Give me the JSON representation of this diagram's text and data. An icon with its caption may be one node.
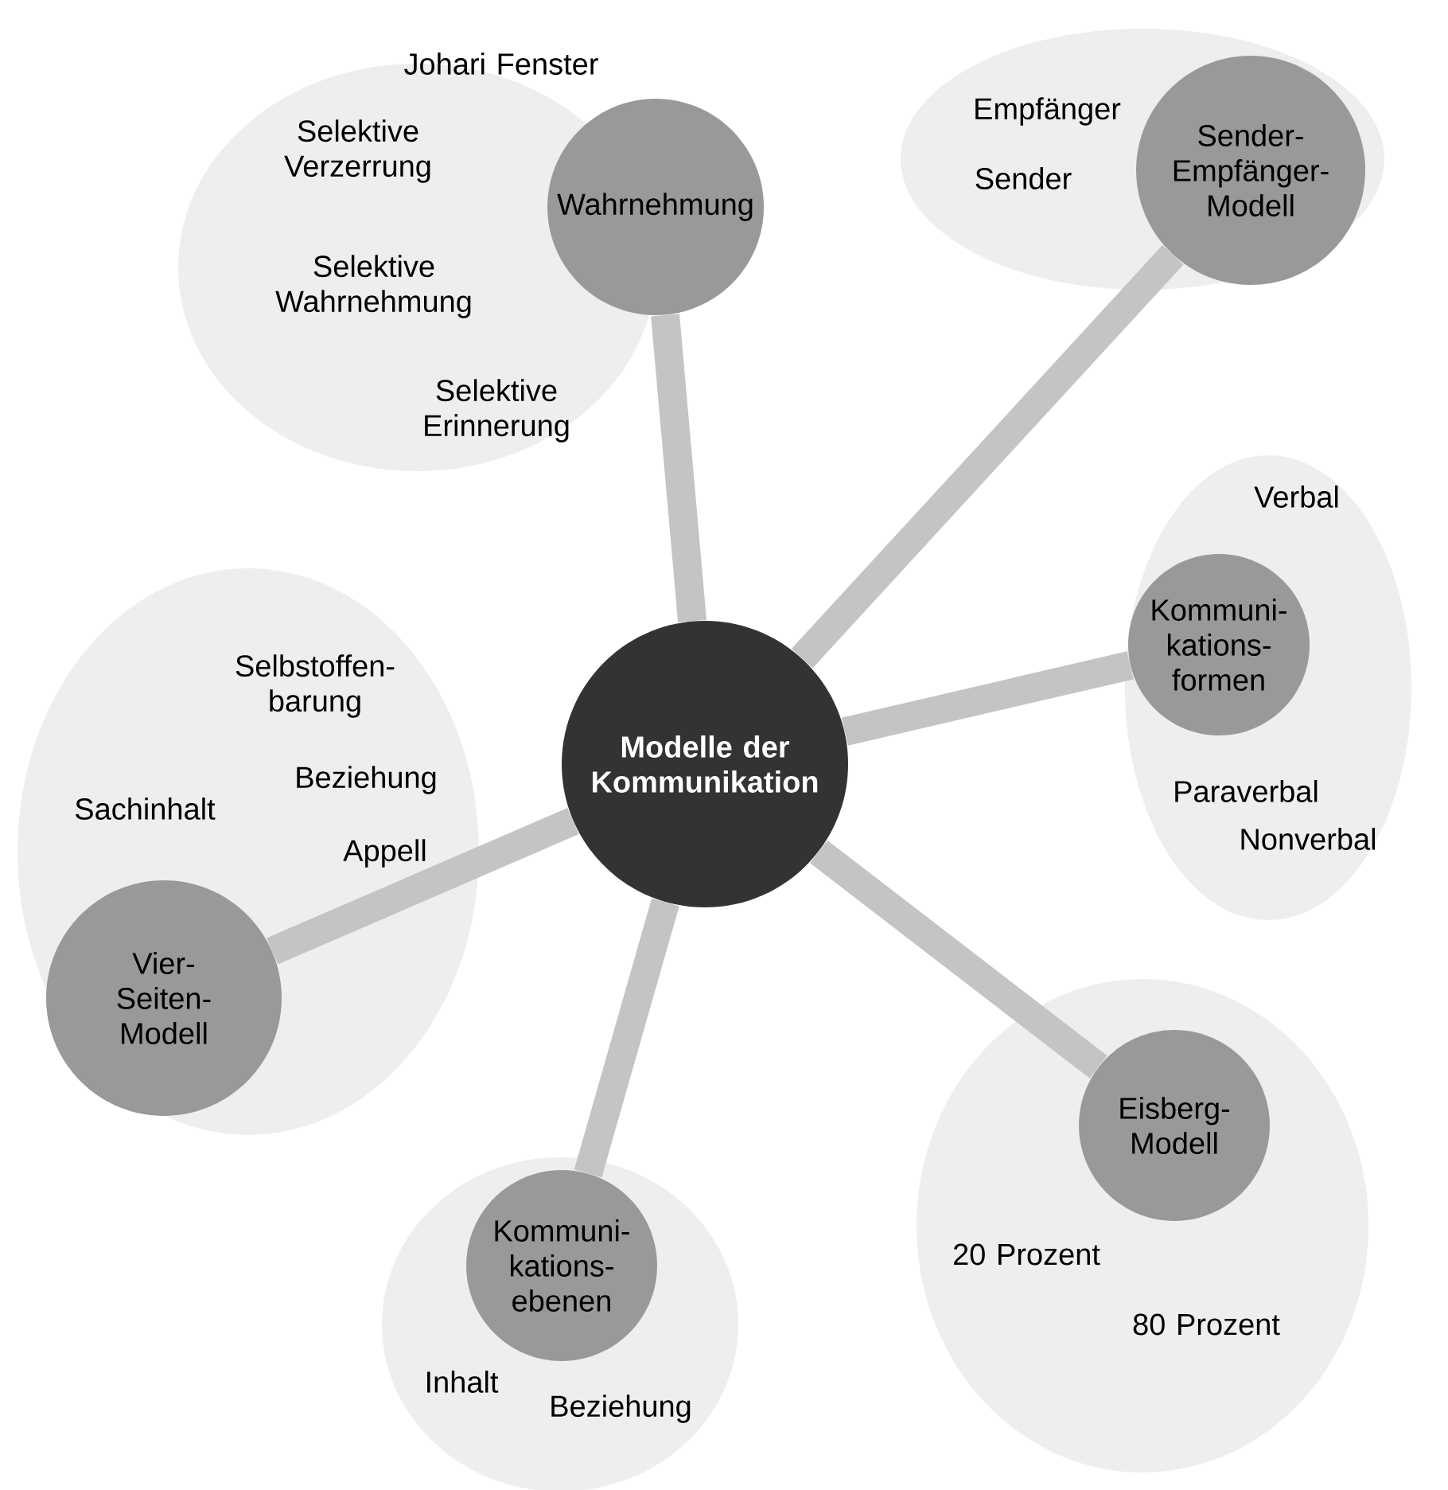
{
  "diagram": {
    "nodes": [
      {
        "text": [
          "Modelle der Kommunikation"
        ]
      },
      {
        "text": [
          "Johari Fenster",
          "Selektive Verzerrung",
          "Selektive Wahrnehmung",
          "Selektive Erinnerung"
        ]
      },
      {
        "text": [
          "Wahrnehmung"
        ]
      },
      {
        "text": [
          "Empfänger",
          "Sender"
        ]
      },
      {
        "text": [
          "Sender-Empfänger-Modell"
        ],
        "in": 3
      },
      {
        "text": [
          "Verbal",
          "Paraverbal",
          "Nonverbal"
        ]
      },
      {
        "text": [
          "Kommuni-kations-formen"
        ],
        "in": 5
      },
      {
        "text": [
          "Selbstoffen-barung",
          "Beziehung",
          "Sachinhalt",
          "Appell"
        ]
      },
      {
        "text": [
          "Vier-Seiten-Modell"
        ],
        "in": 7
      },
      {
        "text": [
          "Inhalt",
          "Beziehung"
        ]
      },
      {
        "text": [
          "Kommuni-kations-ebenen"
        ],
        "in": 9
      },
      {
        "text": [
          "20 Prozent",
          "80 Prozent"
        ]
      },
      {
        "text": [
          "Eisberg-Modell"
        ],
        "in": 11
      }
    ],
    "edges": [
      {
        "from": 0,
        "to": 2,
        "arrow": "none"
      },
      {
        "from": 0,
        "to": 4,
        "arrow": "none"
      },
      {
        "from": 0,
        "to": 6,
        "arrow": "none"
      },
      {
        "from": 0,
        "to": 8,
        "arrow": "none"
      },
      {
        "from": 0,
        "to": 10,
        "arrow": "none"
      },
      {
        "from": 0,
        "to": 12,
        "arrow": "none"
      }
    ]
  }
}
